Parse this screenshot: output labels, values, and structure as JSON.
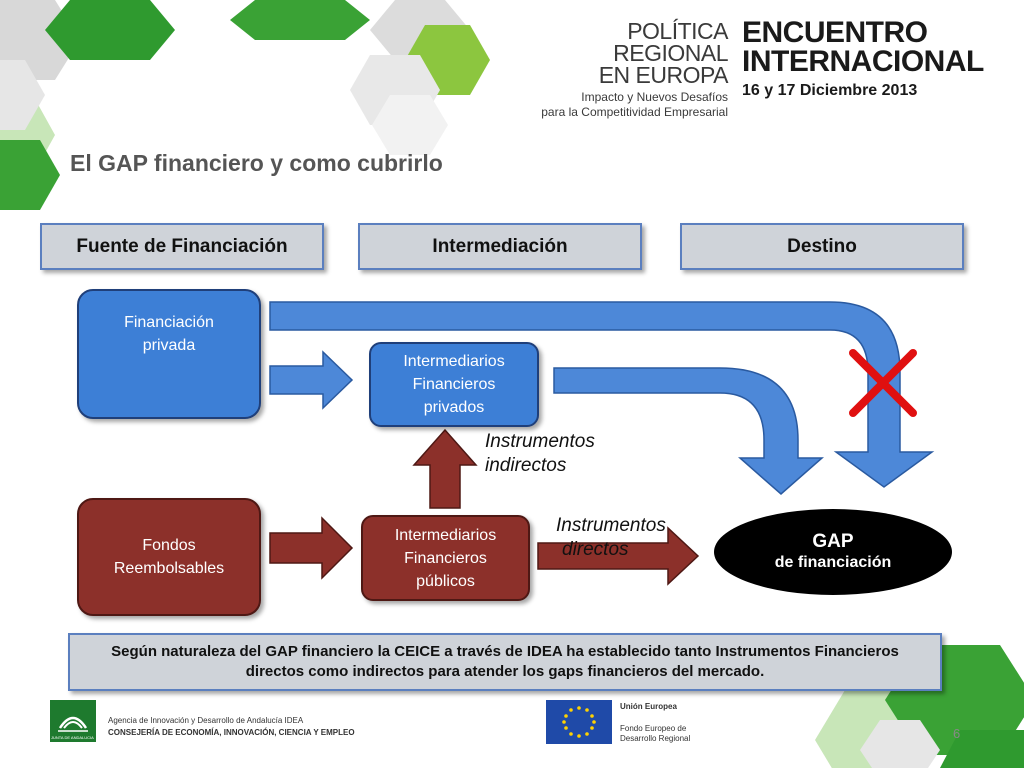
{
  "event": {
    "politica_line1": "POLÍTICA REGIONAL",
    "politica_line2": "EN EUROPA",
    "subtitle_line1": "Impacto y Nuevos Desafíos",
    "subtitle_line2": "para la Competitividad Empresarial",
    "encuentro_line1": "ENCUENTRO",
    "encuentro_line2": "INTERNACIONAL",
    "date": "16 y 17 Diciembre 2013"
  },
  "slide": {
    "title": "El GAP financiero y como cubrirlo",
    "page_number": "6"
  },
  "headers": {
    "fuente": "Fuente de Financiación",
    "intermediacion": "Intermediación",
    "destino": "Destino"
  },
  "nodes": {
    "financiacion_privada": "Financiación privada",
    "intermediarios_privados": "Intermediarios Financieros privados",
    "fondos_reembolsables": "Fondos Reembolsables",
    "intermediarios_publicos": "Intermediarios Financieros públicos",
    "gap_line1": "GAP",
    "gap_line2": "de financiación"
  },
  "labels": {
    "instrumentos_indirectos_1": "Instrumentos",
    "instrumentos_indirectos_2": "indirectos",
    "instrumentos_directos_1": "Instrumentos",
    "instrumentos_directos_2": "directos"
  },
  "note": "Según naturaleza del GAP financiero la CEICE a través de IDEA  ha establecido tanto Instrumentos Financieros directos como indirectos para atender los gaps financieros del mercado.",
  "footer": {
    "junta_line1": "JUNTA DE ANDALUCIA",
    "agency_line1": "Agencia de Innovación y Desarrollo de Andalucía IDEA",
    "agency_line2": "CONSEJERÍA DE ECONOMÍA, INNOVACIÓN, CIENCIA Y EMPLEO",
    "eu_title": "Unión Europea",
    "eu_line1": "Fondo Europeo de",
    "eu_line2": "Desarrollo Regional"
  },
  "colors": {
    "blue_node": "#3d7fd6",
    "red_node": "#8c302a",
    "cross": "#e01010",
    "green_deco": "#3aa235"
  }
}
